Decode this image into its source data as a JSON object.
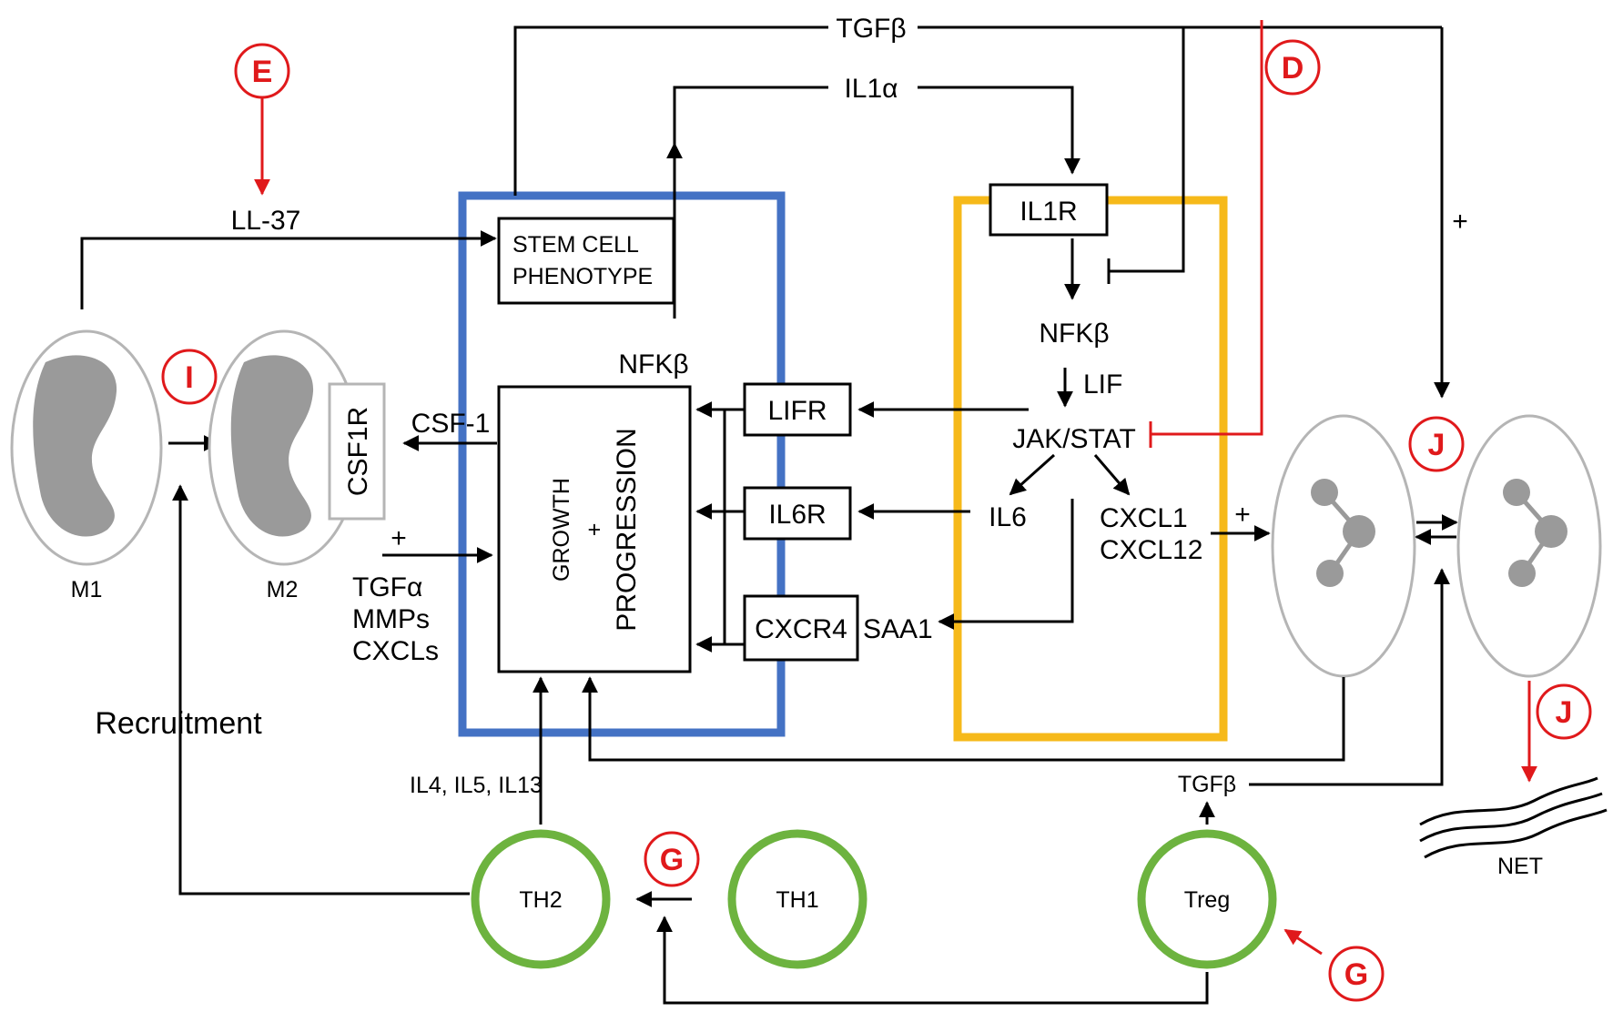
{
  "signals": {
    "tgfb_top": "TGFβ",
    "il1a": "IL1α",
    "ll37": "LL-37",
    "nfkb_left": "NFKβ",
    "csf1": "CSF-1",
    "plus_left": "+",
    "m2_factors": [
      "TGFα",
      "MMPs",
      "CXCLs"
    ],
    "nfkb_right": "NFKβ",
    "lif": "LIF",
    "jak_stat": "JAK/STAT",
    "il6": "IL6",
    "cxcl": [
      "CXCL1",
      "CXCL12"
    ],
    "plus_cxcl": "+",
    "saa1": "SAA1",
    "plus_right": "+",
    "il4513": "IL4, IL5, IL13",
    "tgfb_treg": "TGFβ"
  },
  "boxes": {
    "stem_cell": [
      "STEM CELL",
      "PHENOTYPE"
    ],
    "growth": "GROWTH",
    "growth_plus": "+",
    "progression": "PROGRESSION",
    "lifr": "LIFR",
    "il6r": "IL6R",
    "cxcr4": "CXCR4",
    "il1r": "IL1R",
    "csf1r": "CSF1R"
  },
  "cells": {
    "m1": "M1",
    "m2": "M2",
    "th2": "TH2",
    "th1": "TH1",
    "treg": "Treg",
    "net": "NET",
    "recruitment": "Recruitment"
  },
  "markers": {
    "e": "E",
    "d": "D",
    "i": "I",
    "j_top": "J",
    "j_net": "J",
    "g_mid": "G",
    "g_bottom": "G"
  },
  "colors": {
    "tumor_box": "#4472c4",
    "stromal_box": "#f6b91a",
    "t_cell_ring": "#6db33f",
    "marker_red": "#e0191b",
    "cell_outline": "#b5b5b5",
    "nucleus": "#9a9a9a"
  }
}
